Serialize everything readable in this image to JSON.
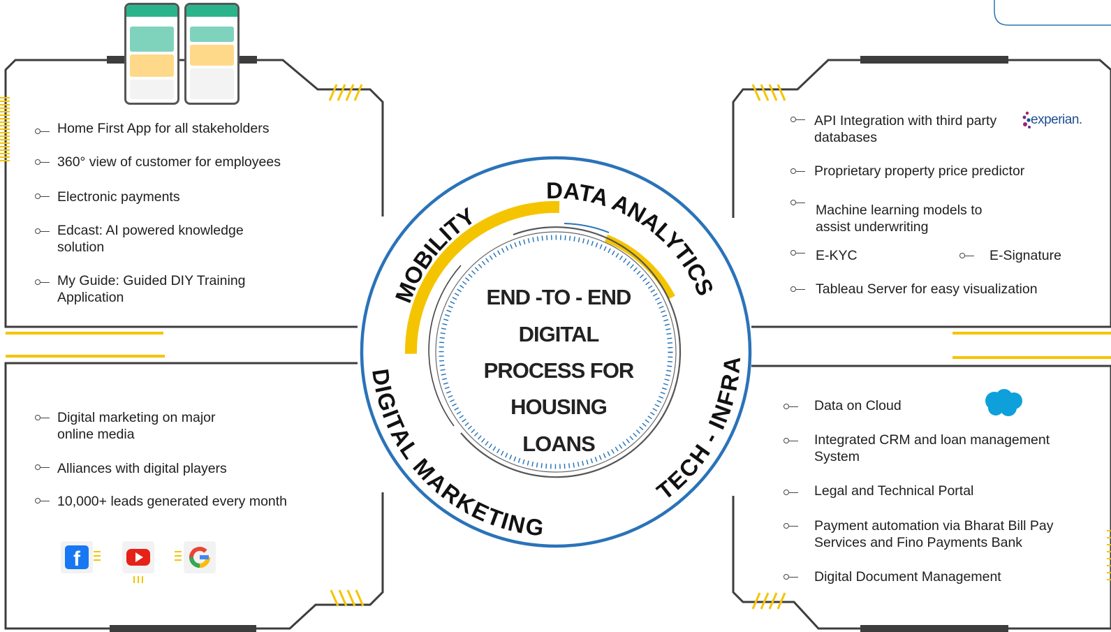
{
  "center": {
    "lines": [
      "END -TO - END",
      "DIGITAL",
      "PROCESS FOR",
      "HOUSING",
      "LOANS"
    ]
  },
  "arc_labels": {
    "mobility": "MOBILITY",
    "data_analytics": "DATA ANALYTICS",
    "digital_marketing": "DIGITAL MARKETING",
    "tech_infra": "TECH - INFRA"
  },
  "mobility": {
    "items": [
      [
        "Home First App for all stakeholders"
      ],
      [
        "360° view of customer for employees"
      ],
      [
        "Electronic payments"
      ],
      [
        "Edcast: AI powered knowledge",
        "solution"
      ],
      [
        "My Guide: Guided DIY Training",
        "Application"
      ]
    ]
  },
  "data_analytics": {
    "items": [
      [
        "API Integration with third party",
        "databases"
      ],
      [
        "Proprietary property price predictor"
      ],
      [
        "Machine learning models to",
        "assist underwriting"
      ],
      [
        "E-KYC"
      ],
      [
        "E-Signature"
      ],
      [
        "Tableau Server for easy visualization"
      ]
    ],
    "partner_logo": "experian."
  },
  "digital_marketing": {
    "items": [
      [
        "Digital marketing on major",
        "online media"
      ],
      [
        "Alliances with digital players"
      ],
      [
        "10,000+ leads generated every month"
      ]
    ],
    "social_icons": [
      "facebook-icon",
      "youtube-icon",
      "google-icon"
    ]
  },
  "tech_infra": {
    "items": [
      [
        "Data on Cloud"
      ],
      [
        "Integrated CRM and loan  management",
        "System"
      ],
      [
        "Legal and Technical Portal"
      ],
      [
        "Payment automation via Bharat Bill Pay",
        "Services and Fino Payments Bank"
      ],
      [
        "Digital Document Management"
      ]
    ],
    "cloud_icon": "salesforce-cloud-icon"
  },
  "colors": {
    "accent_yellow": "#f5c400",
    "ring_blue": "#2a73b8",
    "frame_gray": "#3d3d3d"
  }
}
